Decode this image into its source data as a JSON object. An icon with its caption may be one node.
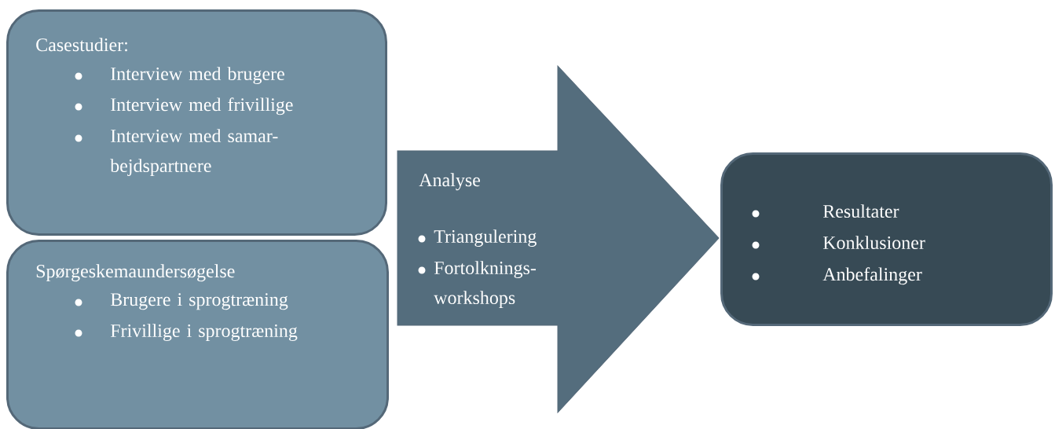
{
  "diagram": {
    "nodes": [
      {
        "text": [
          "Casestudier:",
          "Interview med brugere",
          "Interview med frivillige",
          "Interview med samar- bejdspartnere"
        ]
      },
      {
        "text": [
          "Spørgeskemaundersøgelse",
          "Brugere i sprogtræning",
          "Frivillige i sprogtræning"
        ]
      },
      {
        "text": [
          "Analyse",
          "Triangulering",
          "Fortolknings- workshops"
        ]
      },
      {
        "text": [
          "Resultater",
          "Konklusioner",
          "Anbefalinger"
        ]
      }
    ]
  }
}
